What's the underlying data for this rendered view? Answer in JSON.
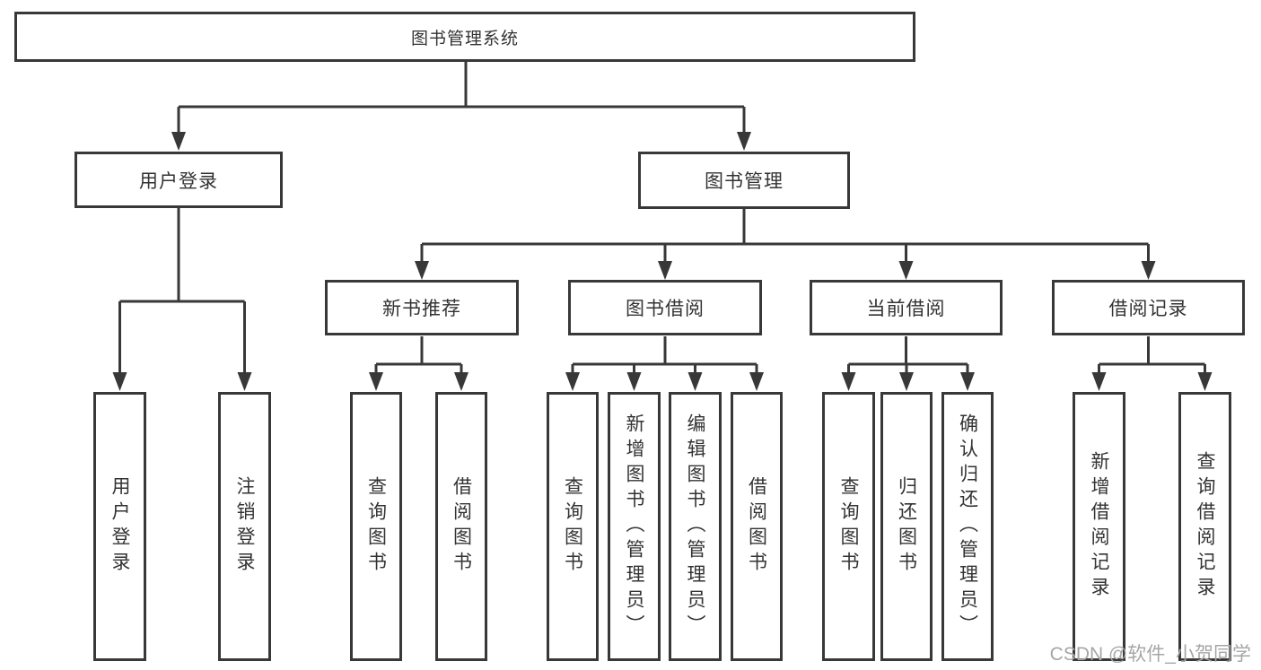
{
  "tree": {
    "root": {
      "label": "图书管理系统"
    },
    "branches": [
      {
        "label": "用户登录",
        "children": [
          {
            "label": "用户登录"
          },
          {
            "label": "注销登录"
          }
        ]
      },
      {
        "label": "图书管理",
        "children": [
          {
            "label": "新书推荐",
            "children": [
              {
                "label": "查询图书"
              },
              {
                "label": "借阅图书"
              }
            ]
          },
          {
            "label": "图书借阅",
            "children": [
              {
                "label": "查询图书"
              },
              {
                "label": "新增图书（管理员）"
              },
              {
                "label": "编辑图书（管理员）"
              },
              {
                "label": "借阅图书"
              }
            ]
          },
          {
            "label": "当前借阅",
            "children": [
              {
                "label": "查询图书"
              },
              {
                "label": "归还图书"
              },
              {
                "label": "确认归还（管理员）"
              }
            ]
          },
          {
            "label": "借阅记录",
            "children": [
              {
                "label": "新增借阅记录"
              },
              {
                "label": "查询借阅记录"
              }
            ]
          }
        ]
      }
    ]
  },
  "watermark": {
    "text": "CSDN @软件_小贺同学"
  },
  "colors": {
    "line": "#383838",
    "text": "#333333",
    "watermark": "#a6a6a6",
    "background": "#ffffff"
  }
}
